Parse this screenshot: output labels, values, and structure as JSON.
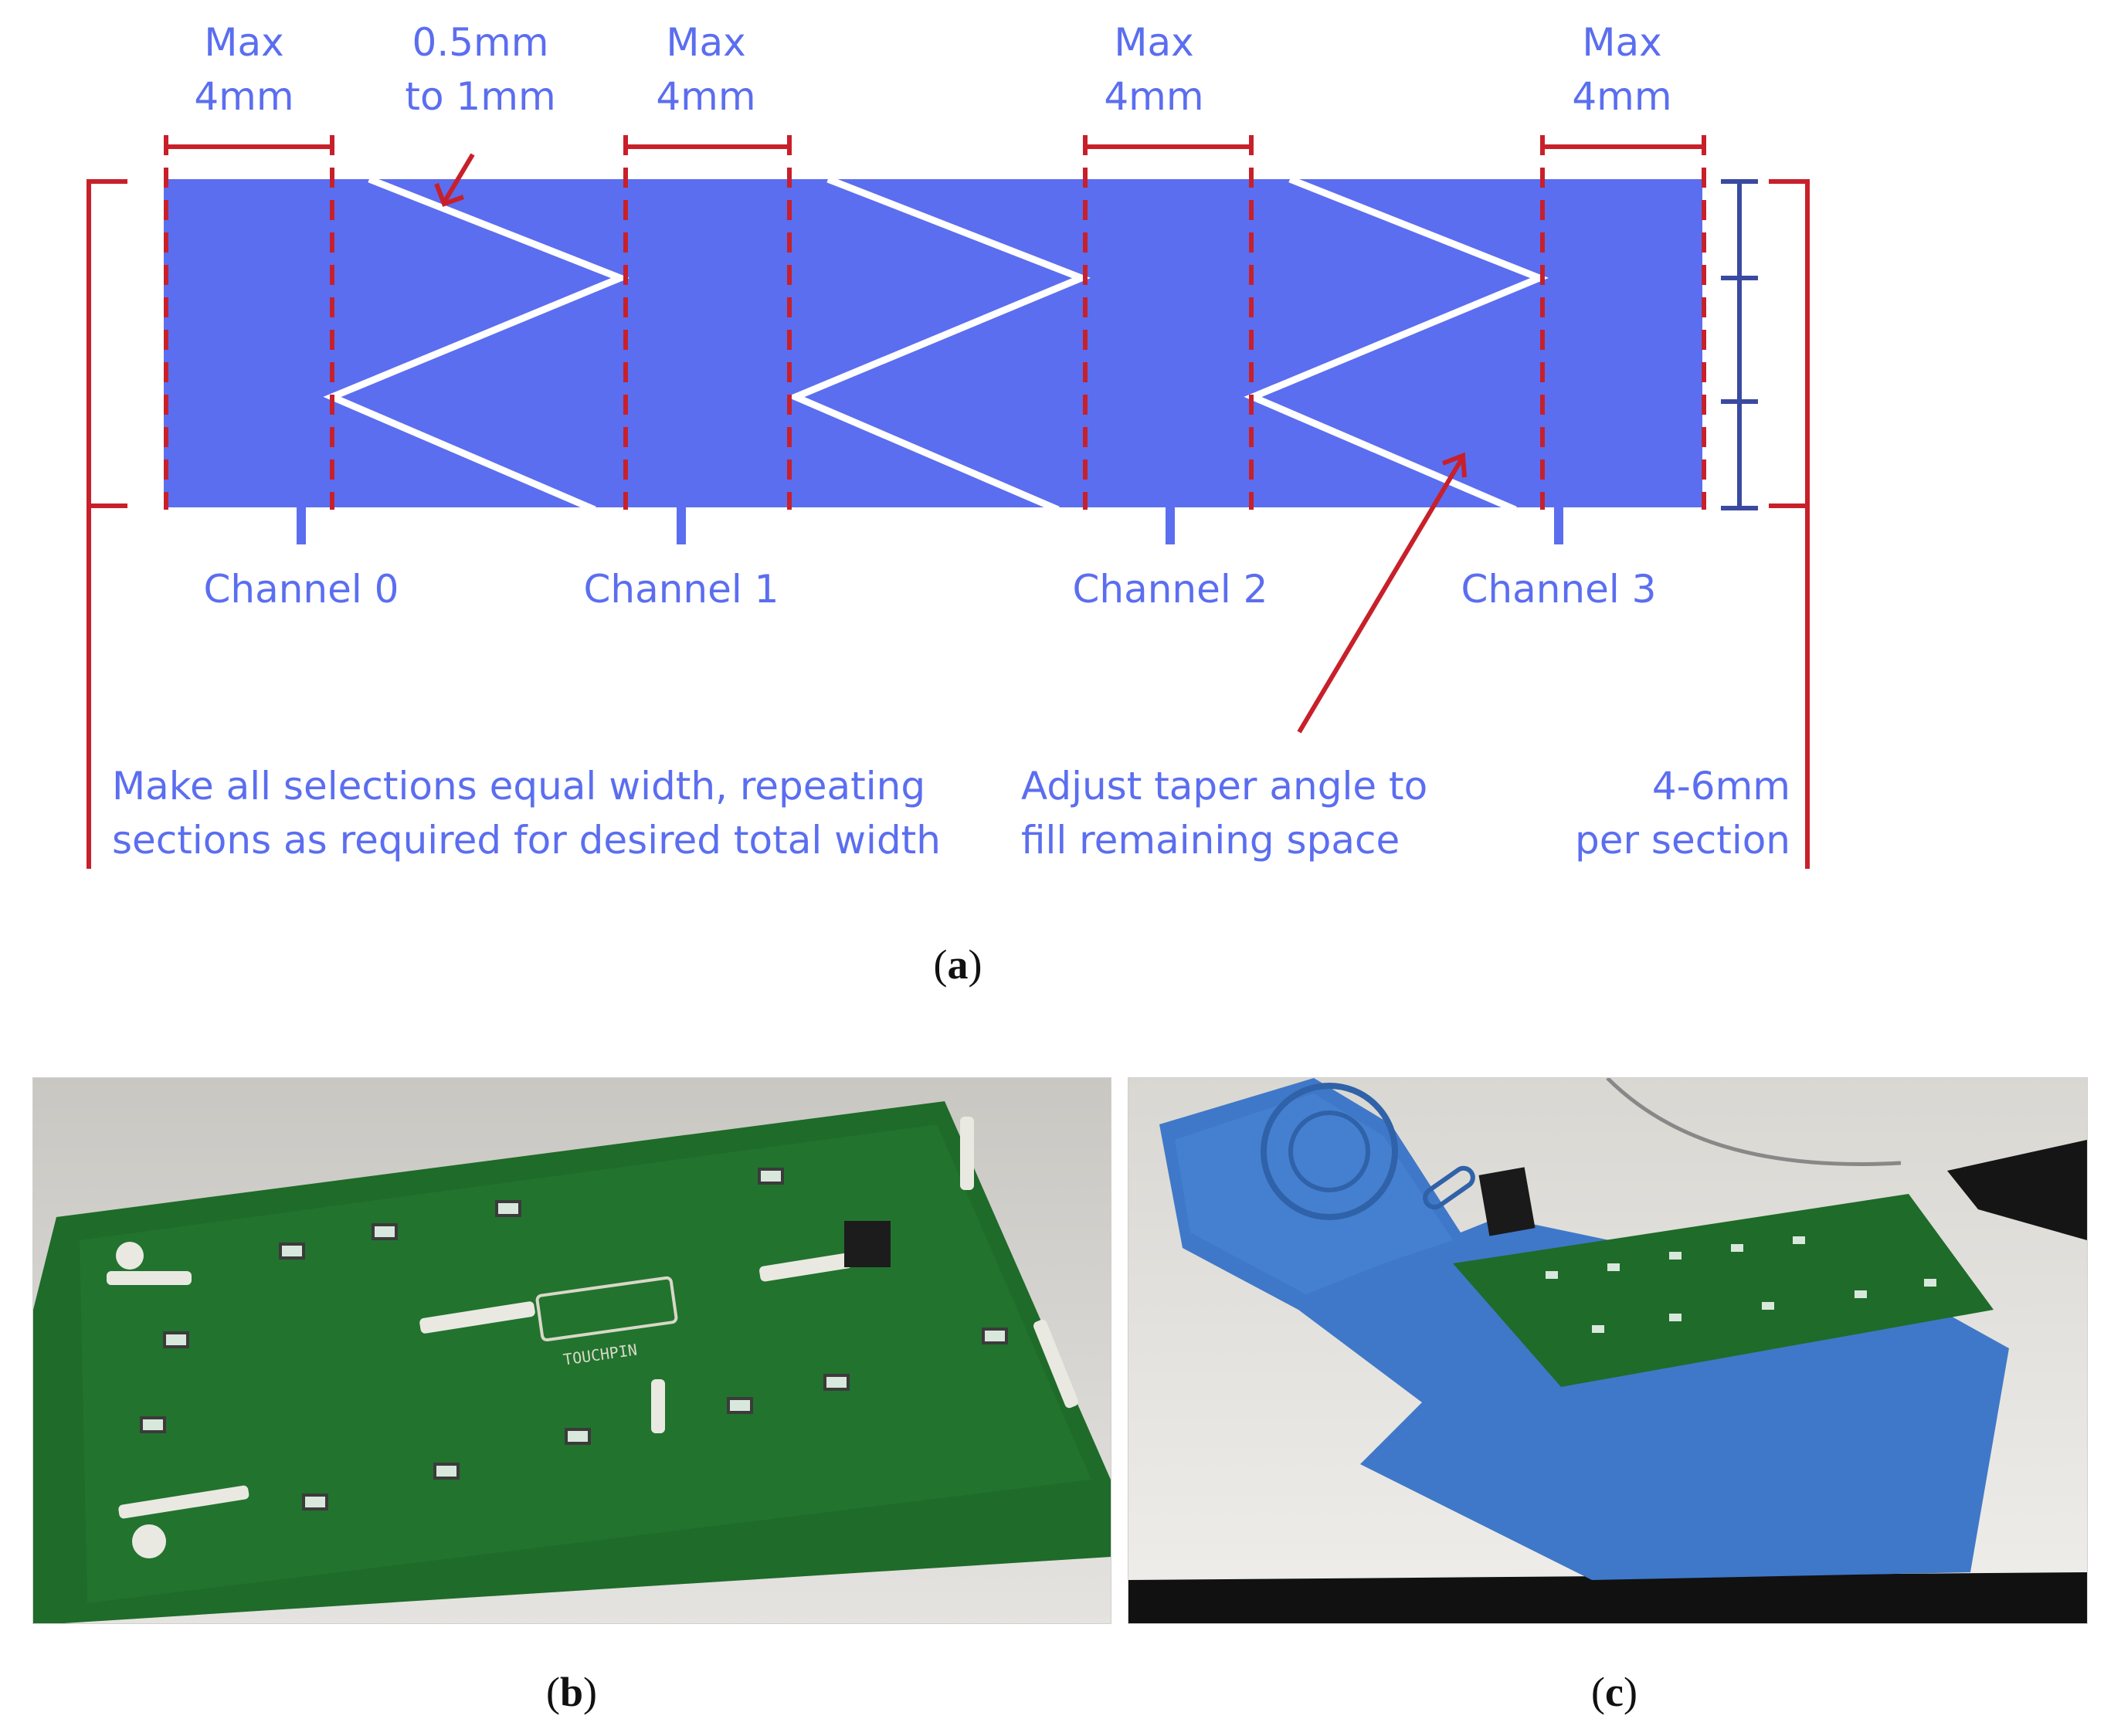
{
  "diagram": {
    "max_label_line1": "Max",
    "max_label_line2": "4mm",
    "gap_label_line1": "0.5mm",
    "gap_label_line2": "to 1mm",
    "channels": [
      "Channel 0",
      "Channel 1",
      "Channel 2",
      "Channel 3"
    ],
    "note_left_line1": "Make all selections equal width, repeating",
    "note_left_line2": "sections as required for desired total width",
    "note_mid_line1": "Adjust taper angle to",
    "note_mid_line2": "fill remaining space",
    "note_right_line1": "4-6mm",
    "note_right_line2": "per section",
    "colors": {
      "pad_blue": "#5b6ef0",
      "guide_red": "#c8202a",
      "dim_navy": "#3a4aa0"
    }
  },
  "captions": {
    "a": "a",
    "b": "b",
    "c": "c"
  },
  "photos": {
    "b": {
      "silkscreen_label": "TOUCHPIN",
      "board_color": "#1f6b2a"
    },
    "c": {
      "enclosure_color": "#3f78c8"
    }
  }
}
